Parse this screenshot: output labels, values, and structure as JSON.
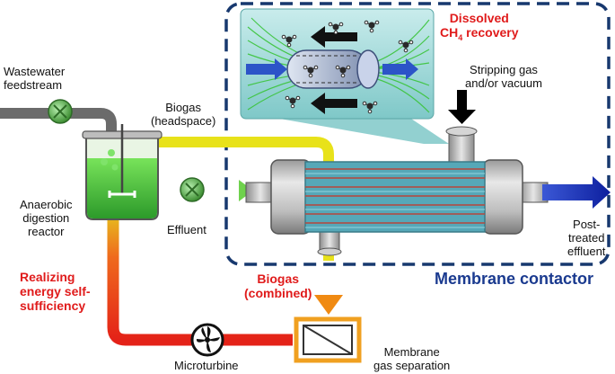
{
  "labels": {
    "wastewater": [
      "Wastewater",
      "feedstream"
    ],
    "reactor": [
      "Anaerobic",
      "digestion",
      "reactor"
    ],
    "biogas_headspace": [
      "Biogas",
      "(headspace)"
    ],
    "effluent": "Effluent",
    "stripping": [
      "Stripping gas",
      "and/or vacuum"
    ],
    "dissolved_line1": "Dissolved",
    "dissolved_ch": "CH",
    "dissolved_sub": "4",
    "dissolved_rest": " recovery",
    "post_treated": [
      "Post-",
      "treated",
      "effluent"
    ],
    "membrane_contactor": "Membrane contactor",
    "biogas_combined": [
      "Biogas",
      "(combined)"
    ],
    "energy": [
      "Realizing",
      "energy self-",
      "sufficiency"
    ],
    "microturbine": "Microturbine",
    "membrane_gas": [
      "Membrane",
      "gas separation"
    ]
  },
  "colors": {
    "contactor_border": "#17386e",
    "feed_pipe": "#6b6b6b",
    "biogas_pipe": "#e8e21a",
    "effluent_pipe": "#44b02c",
    "treated_arrow": "#1b35c8",
    "energy_pipe": "#e03a1e",
    "reactor_liquid": "#5fd14a",
    "tube_fill": "#56a8b8",
    "callout_bg": "#9fd8d8"
  }
}
